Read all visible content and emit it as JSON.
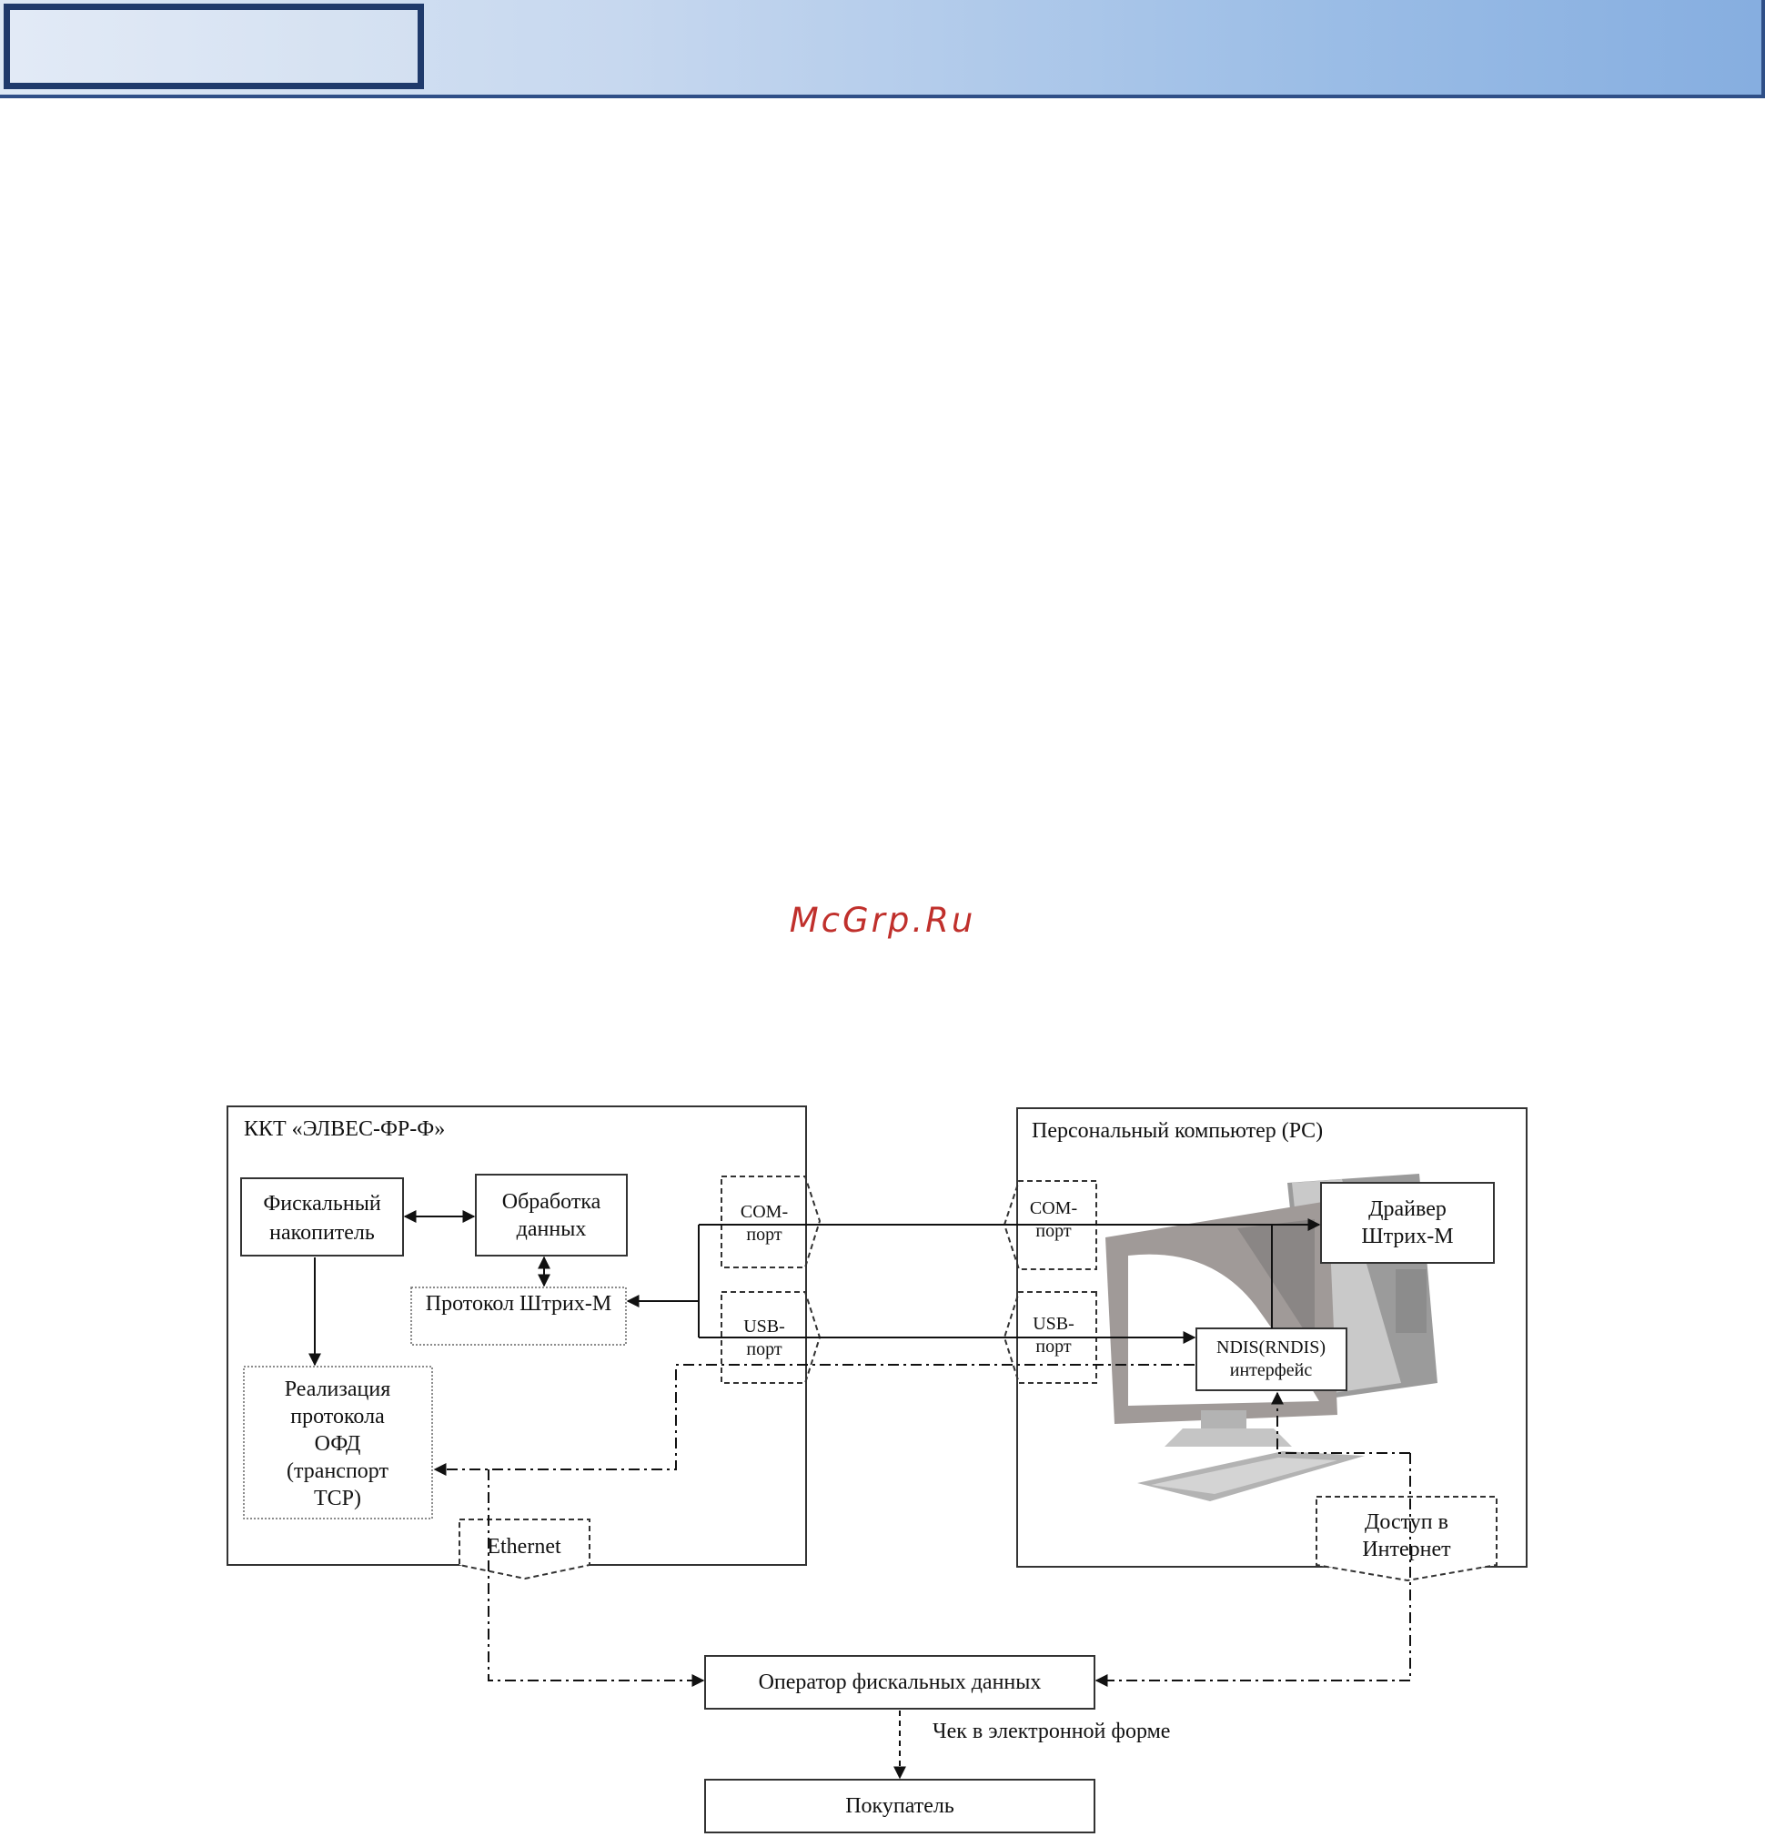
{
  "watermark": "McGrp.Ru",
  "diagram": {
    "kkt_title": "ККТ «ЭЛВЕС-ФР-Ф»",
    "pc_title": "Персональный компьютер (PC)",
    "fiscal_storage": [
      "Фискальный",
      "накопитель"
    ],
    "data_processing": [
      "Обработка",
      "данных"
    ],
    "protocol_shtrih": "Протокол Штрих-М",
    "ofd_protocol": [
      "Реализация",
      "протокола",
      "ОФД",
      "(транспорт",
      "TCP)"
    ],
    "com_port_kkt": [
      "COM-",
      "порт"
    ],
    "usb_port_kkt": [
      "USB-",
      "порт"
    ],
    "com_port_pc": [
      "COM-",
      "порт"
    ],
    "usb_port_pc": [
      "USB-",
      "порт"
    ],
    "driver": [
      "Драйвер",
      "Штрих-М"
    ],
    "ndis": [
      "NDIS(RNDIS)",
      "интерфейс"
    ],
    "internet_access": [
      "Доступ в",
      "Интернет"
    ],
    "ethernet": "Ethernet",
    "ofd_operator": "Оператор фискальных данных",
    "receipt": "Чек в электронной форме",
    "buyer": "Покупатель"
  }
}
